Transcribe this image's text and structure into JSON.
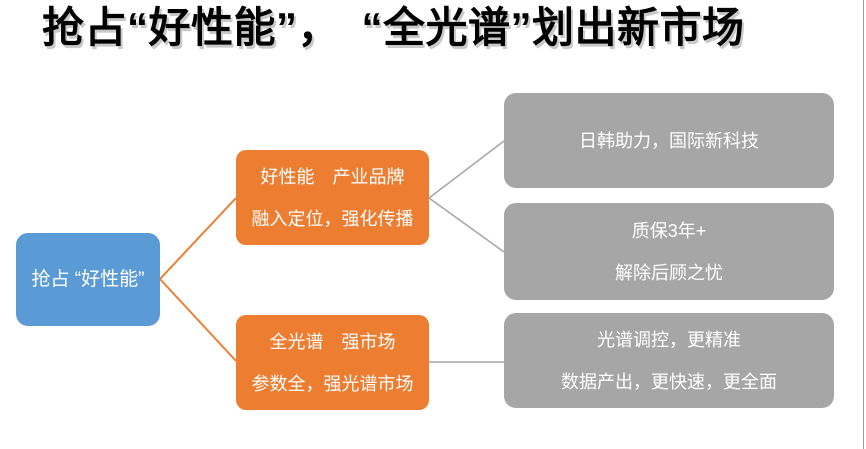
{
  "title": "抢占“好性能”，　“全光谱”划出新市场",
  "colors": {
    "root_fill": "#5B9BD5",
    "branch_fill": "#ED7D31",
    "leaf_fill": "#A6A6A6",
    "connector_primary": "#ED7D31",
    "connector_secondary": "#A6A6A6",
    "title_color": "#000000",
    "box_text": "#FFFFFF"
  },
  "nodes": {
    "root": {
      "label": "抢占 “好性能”"
    },
    "branch1": {
      "line1": "好性能　产业品牌",
      "line2": "融入定位，强化传播"
    },
    "branch2": {
      "line1": "全光谱　强市场",
      "line2": "参数全，强光谱市场"
    },
    "leaf1": {
      "line1": "日韩助力，国际新科技"
    },
    "leaf2": {
      "line1": "质保3年+",
      "line2": "解除后顾之忧"
    },
    "leaf3": {
      "line1": "光谱调控，更精准",
      "line2": "数据产出，更快速，更全面"
    }
  }
}
